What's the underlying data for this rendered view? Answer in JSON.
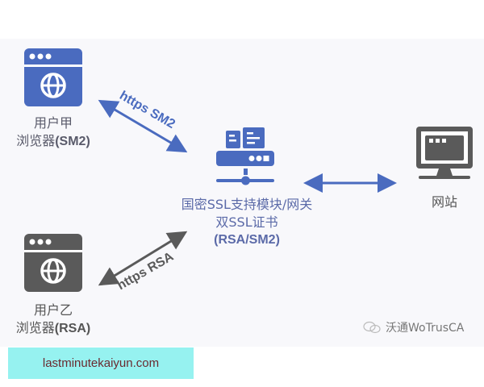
{
  "colors": {
    "blue": "#4a6bbf",
    "gray": "#5a5a5a",
    "panel_bg": "#f8f8fb",
    "banner_bg": "#96f2f0",
    "banner_text": "#6a2a30"
  },
  "nodes": {
    "browser_a": {
      "icon": "browser-globe-icon",
      "line1": "用户甲",
      "line2_prefix": "浏览器",
      "line2_bold": "(SM2)"
    },
    "browser_b": {
      "icon": "browser-globe-icon",
      "line1": "用户乙",
      "line2_prefix": "浏览器",
      "line2_bold": "(RSA)"
    },
    "gateway": {
      "icon": "server-network-icon",
      "line1": "国密SSL支持模块/网关",
      "line2": "双SSL证书",
      "line3": "(RSA/SM2)"
    },
    "website": {
      "icon": "monitor-icon",
      "label": "网站"
    }
  },
  "edges": {
    "sm2": {
      "label": "https SM2"
    },
    "rsa": {
      "label": "https RSA"
    },
    "gateway_website": {
      "label": ""
    }
  },
  "watermark": {
    "text": "沃通WoTrusCA"
  },
  "banner": {
    "text": "lastminutekaiyun.com"
  }
}
